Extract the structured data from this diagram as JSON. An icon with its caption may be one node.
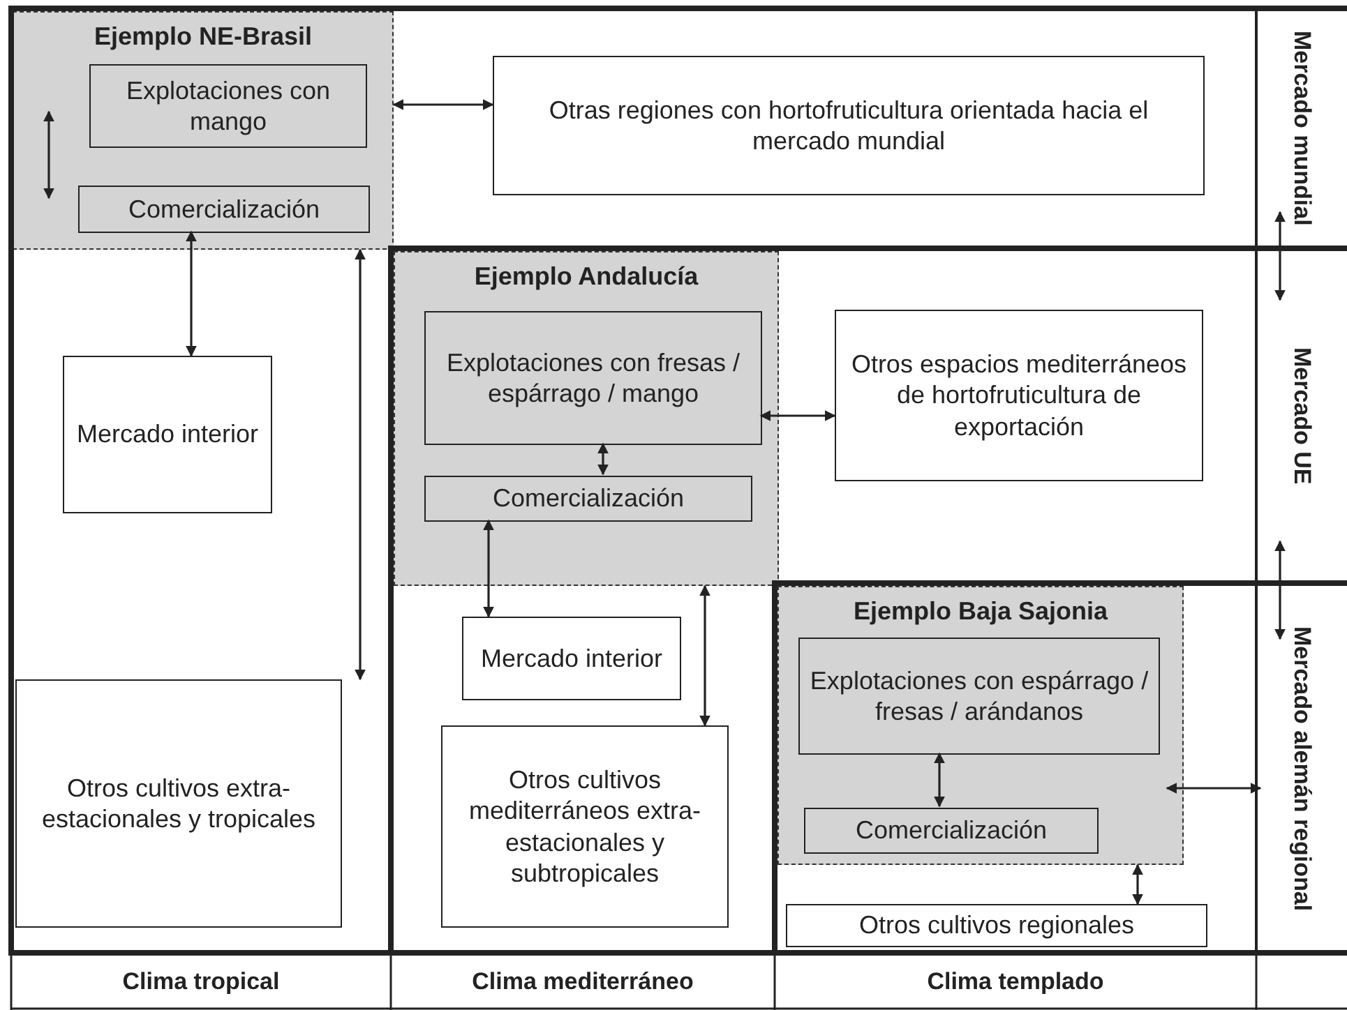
{
  "diagram": {
    "nodes": [
      {
        "text": [
          "Ejemplo NE-Brasil"
        ]
      },
      {
        "text": [
          "Explotaciones con mango"
        ],
        "in": 0
      },
      {
        "text": [
          "Comercialización"
        ],
        "in": 0
      },
      {
        "text": [
          "Otras regiones con hortofruticultura orientada hacia el mercado mundial"
        ]
      },
      {
        "text": [
          "Mercado interior"
        ]
      },
      {
        "text": [
          "Otros cultivos extra-estacionales y tropicales"
        ]
      },
      {
        "text": [
          "Ejemplo Andalucía"
        ]
      },
      {
        "text": [
          "Explotaciones con fresas / espárrago / mango"
        ],
        "in": 6
      },
      {
        "text": [
          "Comercialización"
        ],
        "in": 6
      },
      {
        "text": [
          "Otros espacios mediterráneos de hortofruticultura de exportación"
        ]
      },
      {
        "text": [
          "Mercado interior"
        ]
      },
      {
        "text": [
          "Otros cultivos mediterráneos extra-estacionales y subtropicales"
        ]
      },
      {
        "text": [
          "Ejemplo Baja Sajonia"
        ]
      },
      {
        "text": [
          "Explotaciones con espárrago / fresas / arándanos"
        ],
        "in": 12
      },
      {
        "text": [
          "Comercialización"
        ],
        "in": 12
      },
      {
        "text": [
          "Otros cultivos regionales"
        ]
      },
      {
        "text": [
          "Mercado mundial"
        ]
      },
      {
        "text": [
          "Mercado UE"
        ]
      },
      {
        "text": [
          "Mercado alemán regional"
        ]
      }
    ],
    "edges": [
      {
        "from": 0,
        "to": 3,
        "arrow": "both"
      },
      {
        "from": 1,
        "to": 2,
        "arrow": "both"
      },
      {
        "from": 2,
        "to": 4,
        "arrow": "both"
      },
      {
        "from": 0,
        "to": 5,
        "arrow": "both"
      },
      {
        "from": 7,
        "to": 9,
        "arrow": "both"
      },
      {
        "from": 7,
        "to": 8,
        "arrow": "both"
      },
      {
        "from": 8,
        "to": 10,
        "arrow": "both"
      },
      {
        "from": 6,
        "to": 11,
        "arrow": "both"
      },
      {
        "from": 13,
        "to": 14,
        "arrow": "both"
      },
      {
        "from": 12,
        "to": 18,
        "arrow": "both"
      },
      {
        "from": 12,
        "to": 15,
        "arrow": "both"
      },
      {
        "from": 16,
        "to": 17,
        "arrow": "both"
      },
      {
        "from": 17,
        "to": 18,
        "arrow": "both"
      }
    ],
    "labels": [
      "Clima tropical",
      "Clima mediterráneo",
      "Clima templado"
    ]
  }
}
